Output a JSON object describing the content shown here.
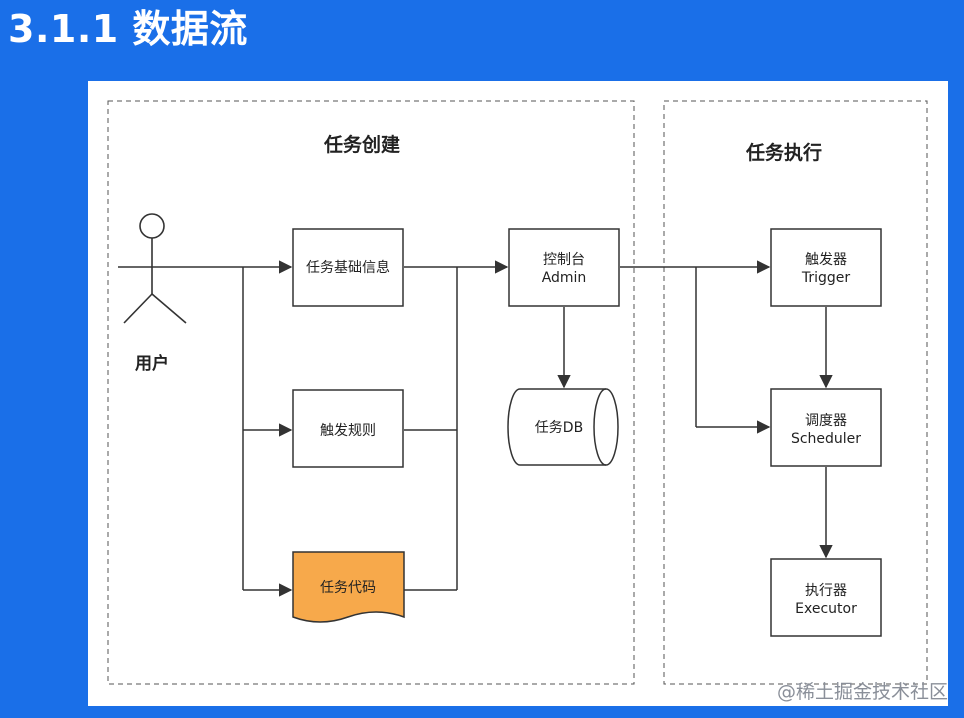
{
  "slide_title": "3.1.1 数据流",
  "sections": {
    "create": "任务创建",
    "execute": "任务执行"
  },
  "actor": {
    "label": "用户"
  },
  "nodes": {
    "basic_info": "任务基础信息",
    "trigger_rule": "触发规则",
    "task_code": "任务代码",
    "admin_cn": "控制台",
    "admin_en": "Admin",
    "db": "任务DB",
    "trigger_cn": "触发器",
    "trigger_en": "Trigger",
    "scheduler_cn": "调度器",
    "scheduler_en": "Scheduler",
    "executor_cn": "执行器",
    "executor_en": "Executor"
  },
  "colors": {
    "background": "#1a6fe8",
    "task_code_fill": "#f7a94b",
    "line": "#333333"
  },
  "footer": {
    "watermark": "@稀土掘金技术社区"
  }
}
